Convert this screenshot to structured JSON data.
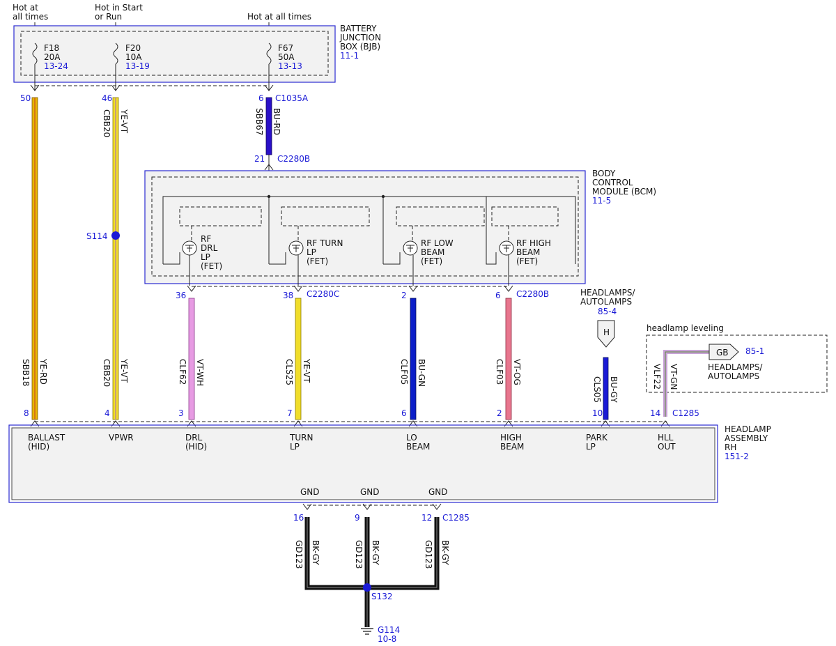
{
  "top_labels": {
    "hot_all_times_left_1": "Hot at",
    "hot_all_times_left_2": "all times",
    "hot_start_run_1": "Hot in Start",
    "hot_start_run_2": "or Run",
    "hot_all_times_right": "Hot at all times"
  },
  "bjb": {
    "name_1": "BATTERY",
    "name_2": "JUNCTION",
    "name_3": "BOX (BJB)",
    "ref": "11-1",
    "fuses": [
      {
        "id": "F18",
        "amps": "20A",
        "ref": "13-24"
      },
      {
        "id": "F20",
        "amps": "10A",
        "ref": "13-19"
      },
      {
        "id": "F67",
        "amps": "50A",
        "ref": "13-13"
      }
    ]
  },
  "bcm": {
    "name_1": "BODY",
    "name_2": "CONTROL",
    "name_3": "MODULE (BCM)",
    "ref": "11-5",
    "fets": [
      {
        "l1": "RF",
        "l2": "DRL",
        "l3": "LP",
        "l4": "(FET)"
      },
      {
        "l1": "RF TURN",
        "l2": "LP",
        "l3": "(FET)"
      },
      {
        "l1": "RF LOW",
        "l2": "BEAM",
        "l3": "(FET)"
      },
      {
        "l1": "RF HIGH",
        "l2": "BEAM",
        "l3": "(FET)"
      }
    ]
  },
  "connectors": {
    "c1035a": "C1035A",
    "c2280b_top": "C2280B",
    "c2280c": "C2280C",
    "c2280b_bottom": "C2280B",
    "c1285_top": "C1285",
    "c1285_bottom": "C1285"
  },
  "pins": {
    "bjb_50": "50",
    "bjb_46": "46",
    "bjb_6": "6",
    "bcm_21": "21",
    "bcm_36": "36",
    "bcm_38": "38",
    "bcm_2": "2",
    "bcm_6": "6",
    "ha_8": "8",
    "ha_4": "4",
    "ha_3": "3",
    "ha_7": "7",
    "ha_6": "6",
    "ha_2": "2",
    "ha_10": "10",
    "ha_14": "14",
    "gnd_16": "16",
    "gnd_9": "9",
    "gnd_12": "12"
  },
  "wires": {
    "sbb18": {
      "circuit": "SBB18",
      "color": "YE-RD",
      "hex": "#e8b400"
    },
    "cbb20_top": {
      "circuit": "CBB20",
      "color": "YE-VT",
      "hex": "#f0dd2a"
    },
    "cbb20_bottom": {
      "circuit": "CBB20",
      "color": "YE-VT",
      "hex": "#f0dd2a"
    },
    "sbb67": {
      "circuit": "SBB67",
      "color": "BU-RD",
      "hex": "#2a10c8"
    },
    "clf62": {
      "circuit": "CLF62",
      "color": "VT-WH",
      "hex": "#e79be3"
    },
    "cls25": {
      "circuit": "CLS25",
      "color": "YE-VT",
      "hex": "#f0dd2a"
    },
    "clf05": {
      "circuit": "CLF05",
      "color": "BU-GN",
      "hex": "#0b1ec8"
    },
    "clf03": {
      "circuit": "CLF03",
      "color": "VT-OG",
      "hex": "#e8768e"
    },
    "cls05": {
      "circuit": "CLS05",
      "color": "BU-GY",
      "hex": "#1a1ad6"
    },
    "vlf22": {
      "circuit": "VLF22",
      "color": "VT-GN",
      "hex": "#c9a3d8"
    },
    "gd123_a": {
      "circuit": "GD123",
      "color": "BK-GY",
      "hex": "#111111"
    },
    "gd123_b": {
      "circuit": "GD123",
      "color": "BK-GY",
      "hex": "#111111"
    },
    "gd123_c": {
      "circuit": "GD123",
      "color": "BK-GY",
      "hex": "#111111"
    }
  },
  "splices": {
    "s114": "S114",
    "s132": "S132"
  },
  "ground": {
    "id": "G114",
    "ref": "10-8"
  },
  "headlamps_ref": {
    "name_1": "HEADLAMPS/",
    "name_2": "AUTOLAMPS",
    "ref": "85-4",
    "symbol": "H"
  },
  "leveling": {
    "title": "headlamp leveling",
    "symbol": "GB",
    "ref": "85-1",
    "name_1": "HEADLAMPS/",
    "name_2": "AUTOLAMPS"
  },
  "headlamp_assembly": {
    "name_1": "HEADLAMP",
    "name_2": "ASSEMBLY",
    "name_3": "RH",
    "ref": "151-2",
    "terminals": [
      {
        "l1": "BALLAST",
        "l2": "(HID)"
      },
      {
        "l1": "VPWR",
        "l2": ""
      },
      {
        "l1": "DRL",
        "l2": "(HID)"
      },
      {
        "l1": "TURN",
        "l2": "LP"
      },
      {
        "l1": "LO",
        "l2": "BEAM"
      },
      {
        "l1": "HIGH",
        "l2": "BEAM"
      },
      {
        "l1": "PARK",
        "l2": "LP"
      },
      {
        "l1": "HLL",
        "l2": "OUT"
      }
    ],
    "gnd": [
      "GND",
      "GND",
      "GND"
    ]
  }
}
